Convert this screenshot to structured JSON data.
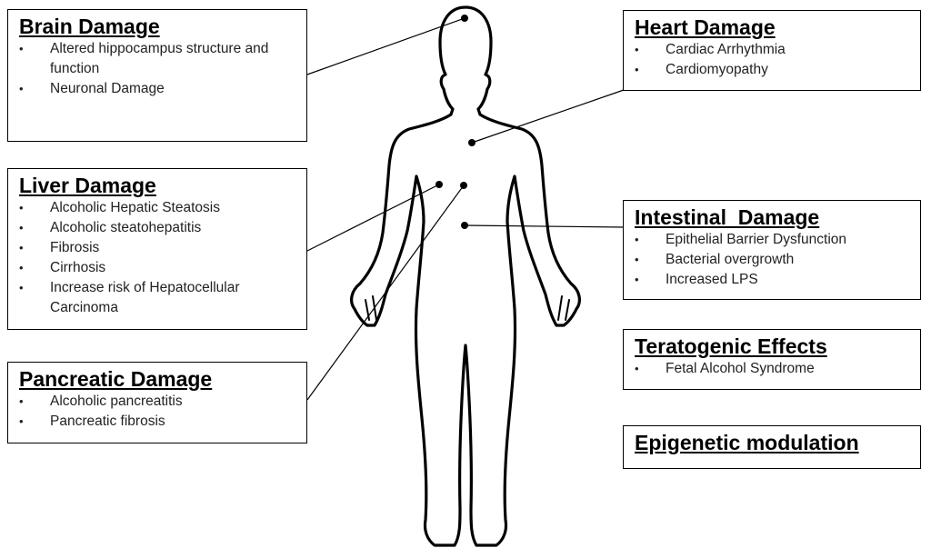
{
  "boxes": {
    "brain": {
      "title": "Brain Damage",
      "items": [
        "Altered hippocampus structure and function",
        "Neuronal Damage"
      ]
    },
    "liver": {
      "title": "Liver Damage",
      "items": [
        "Alcoholic Hepatic Steatosis",
        "Alcoholic steatohepatitis",
        "Fibrosis",
        "Cirrhosis",
        "Increase risk of Hepatocellular Carcinoma"
      ]
    },
    "pancreas": {
      "title": "Pancreatic Damage",
      "items": [
        "Alcoholic pancreatitis",
        "Pancreatic fibrosis"
      ]
    },
    "heart": {
      "title": "Heart Damage",
      "items": [
        "Cardiac Arrhythmia",
        "Cardiomyopathy"
      ]
    },
    "intestine": {
      "title": "Intestinal  Damage",
      "items": [
        "Epithelial Barrier Dysfunction",
        "Bacterial overgrowth",
        "Increased LPS"
      ]
    },
    "teratogenic": {
      "title": "Teratogenic Effects",
      "items": [
        "Fetal Alcohol Syndrome"
      ]
    },
    "epigenetic": {
      "title": "Epigenetic modulation"
    }
  },
  "colors": {
    "line": "#000000",
    "text": "#000000",
    "background": "#ffffff"
  }
}
